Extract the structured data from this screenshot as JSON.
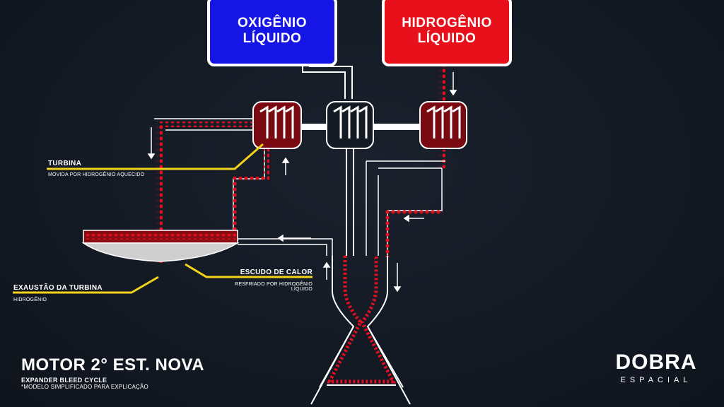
{
  "tanks": {
    "oxygen": {
      "label": "OXIGÊNIO\nLÍQUIDO",
      "color": "#1515e6"
    },
    "hydrogen": {
      "label": "HIDROGÊNIO\nLÍQUIDO",
      "color": "#e8101a"
    }
  },
  "labels": {
    "turbina": {
      "title": "TURBINA",
      "subtitle": "MOVIDA POR HIDROGÊNIO AQUECIDO"
    },
    "escudo": {
      "title": "ESCUDO DE CALOR",
      "subtitle": "RESFRIADO POR HIDROGÊNIO LÍQUIDO"
    },
    "exaustao": {
      "title": "EXAUSTÃO DA TURBINA",
      "subtitle": "HIDROGÊNIO"
    }
  },
  "footer": {
    "title": "MOTOR 2° EST. NOVA",
    "subtitle": "EXPANDER BLEED CYCLE",
    "note": "*MODELO SIMPLIFICADO PARA EXPLICAÇÃO"
  },
  "logo": {
    "brand": "DOBRA",
    "tagline": "ESPACIAL"
  },
  "colors": {
    "accent": "#f2d21b",
    "hot": "#c0101a",
    "background": "#141a24"
  }
}
